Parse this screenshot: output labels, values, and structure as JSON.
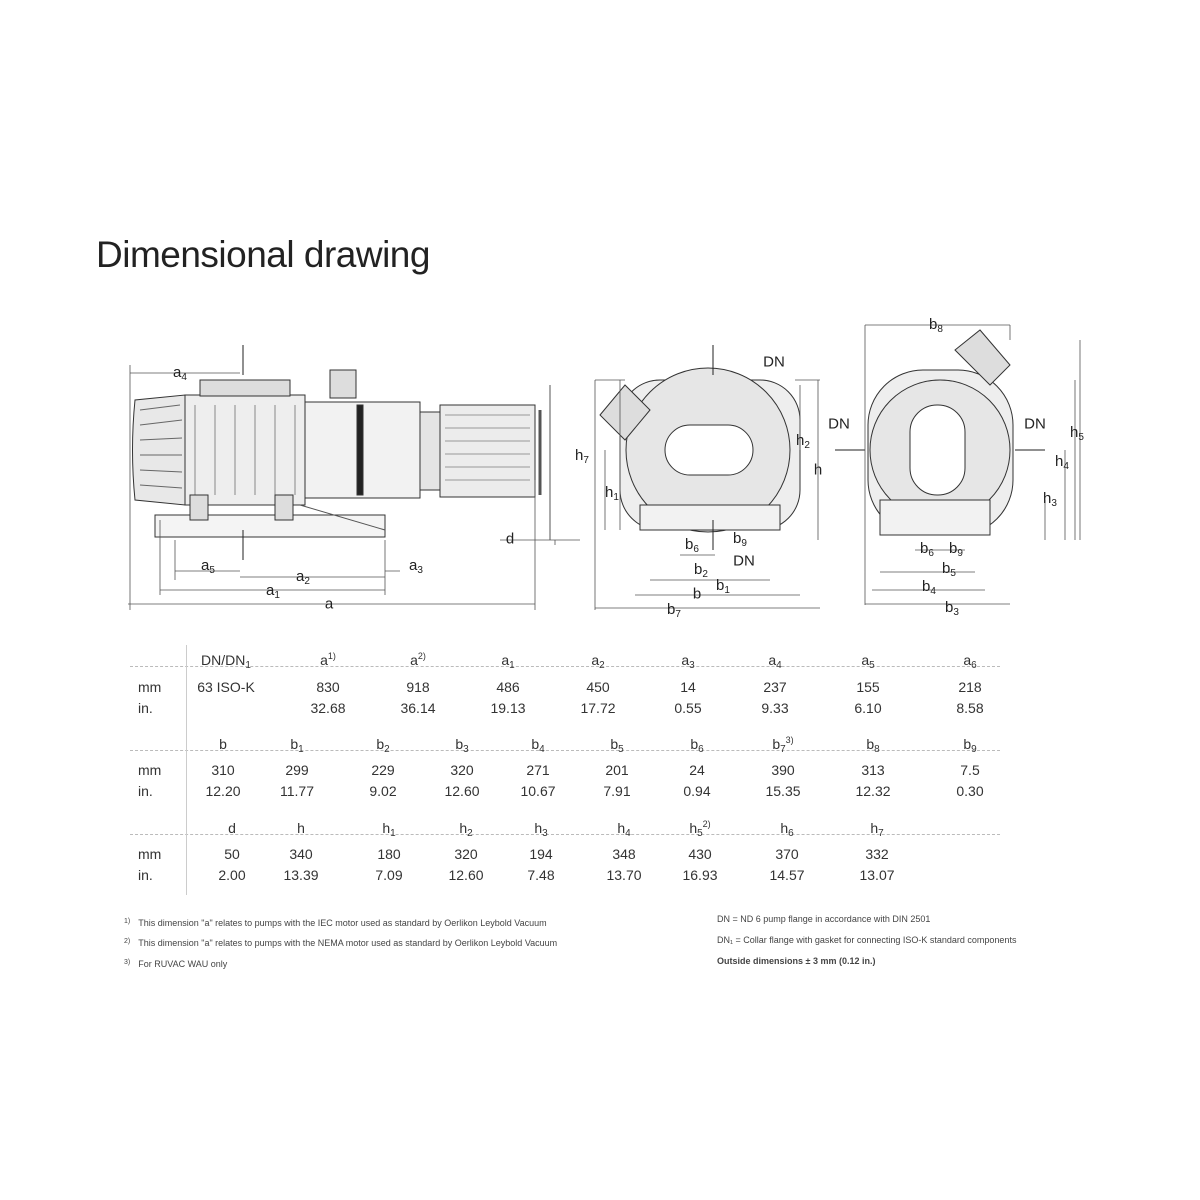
{
  "title": "Dimensional drawing",
  "drawing_labels": {
    "a4": {
      "b": "a",
      "s": "4"
    },
    "a5": {
      "b": "a",
      "s": "5"
    },
    "a2": {
      "b": "a",
      "s": "2"
    },
    "a3": {
      "b": "a",
      "s": "3"
    },
    "a1": {
      "b": "a",
      "s": "1"
    },
    "a": {
      "b": "a",
      "s": ""
    },
    "d": {
      "b": "d",
      "s": ""
    },
    "h7": {
      "b": "h",
      "s": "7"
    },
    "h1": {
      "b": "h",
      "s": "1"
    },
    "h2": {
      "b": "h",
      "s": "2"
    },
    "h": {
      "b": "h",
      "s": ""
    },
    "b6": {
      "b": "b",
      "s": "6"
    },
    "b9": {
      "b": "b",
      "s": "9"
    },
    "b2": {
      "b": "b",
      "s": "2"
    },
    "b1": {
      "b": "b",
      "s": "1"
    },
    "b": {
      "b": "b",
      "s": ""
    },
    "b7": {
      "b": "b",
      "s": "7"
    },
    "b8": {
      "b": "b",
      "s": "8"
    },
    "h5": {
      "b": "h",
      "s": "5"
    },
    "h4": {
      "b": "h",
      "s": "4"
    },
    "h3": {
      "b": "h",
      "s": "3"
    },
    "b5": {
      "b": "b",
      "s": "5"
    },
    "b4": {
      "b": "b",
      "s": "4"
    },
    "b3": {
      "b": "b",
      "s": "3"
    },
    "dn": "DN"
  },
  "table": {
    "units": {
      "mm": "mm",
      "in": "in."
    },
    "rows": [
      {
        "headers": [
          {
            "b": "DN/DN",
            "s": "1",
            "p": ""
          },
          {
            "b": "a",
            "s": "",
            "p": "1)"
          },
          {
            "b": "a",
            "s": "",
            "p": "2)"
          },
          {
            "b": "a",
            "s": "1",
            "p": ""
          },
          {
            "b": "a",
            "s": "2",
            "p": ""
          },
          {
            "b": "a",
            "s": "3",
            "p": ""
          },
          {
            "b": "a",
            "s": "4",
            "p": ""
          },
          {
            "b": "a",
            "s": "5",
            "p": ""
          },
          {
            "b": "a",
            "s": "6",
            "p": ""
          }
        ],
        "mm": [
          "63 ISO-K",
          "830",
          "918",
          "486",
          "450",
          "14",
          "237",
          "155",
          "218"
        ],
        "in": [
          "",
          "32.68",
          "36.14",
          "19.13",
          "17.72",
          "0.55",
          "9.33",
          "6.10",
          "8.58"
        ]
      },
      {
        "headers": [
          {
            "b": "b",
            "s": "",
            "p": ""
          },
          {
            "b": "b",
            "s": "1",
            "p": ""
          },
          {
            "b": "b",
            "s": "2",
            "p": ""
          },
          {
            "b": "b",
            "s": "3",
            "p": ""
          },
          {
            "b": "b",
            "s": "4",
            "p": ""
          },
          {
            "b": "b",
            "s": "5",
            "p": ""
          },
          {
            "b": "b",
            "s": "6",
            "p": ""
          },
          {
            "b": "b",
            "s": "7",
            "p": "3)"
          },
          {
            "b": "b",
            "s": "8",
            "p": ""
          },
          {
            "b": "b",
            "s": "9",
            "p": ""
          }
        ],
        "mm": [
          "310",
          "299",
          "229",
          "320",
          "271",
          "201",
          "24",
          "390",
          "313",
          "7.5"
        ],
        "in": [
          "12.20",
          "11.77",
          "9.02",
          "12.60",
          "10.67",
          "7.91",
          "0.94",
          "15.35",
          "12.32",
          "0.30"
        ]
      },
      {
        "headers": [
          {
            "b": "d",
            "s": "",
            "p": ""
          },
          {
            "b": "h",
            "s": "",
            "p": ""
          },
          {
            "b": "h",
            "s": "1",
            "p": ""
          },
          {
            "b": "h",
            "s": "2",
            "p": ""
          },
          {
            "b": "h",
            "s": "3",
            "p": ""
          },
          {
            "b": "h",
            "s": "4",
            "p": ""
          },
          {
            "b": "h",
            "s": "5",
            "p": "2)"
          },
          {
            "b": "h",
            "s": "6",
            "p": ""
          },
          {
            "b": "h",
            "s": "7",
            "p": ""
          }
        ],
        "mm": [
          "50",
          "340",
          "180",
          "320",
          "194",
          "348",
          "430",
          "370",
          "332"
        ],
        "in": [
          "2.00",
          "13.39",
          "7.09",
          "12.60",
          "7.48",
          "13.70",
          "16.93",
          "14.57",
          "13.07"
        ]
      }
    ]
  },
  "footnotes": {
    "left": [
      {
        "n": "1)",
        "text": "This dimension \"a\" relates to pumps with the IEC motor used as standard by Oerlikon Leybold Vacuum"
      },
      {
        "n": "2)",
        "text": "This dimension \"a\" relates to pumps with the NEMA motor used as standard by Oerlikon Leybold Vacuum"
      },
      {
        "n": "3)",
        "text": "For RUVAC WAU only"
      }
    ],
    "right": [
      "DN   = ND 6 pump flange in accordance with DIN 2501",
      "DN₁ = Collar flange with gasket for connecting ISO-K standard components",
      "Outside dimensions ± 3 mm (0.12 in.)"
    ]
  }
}
